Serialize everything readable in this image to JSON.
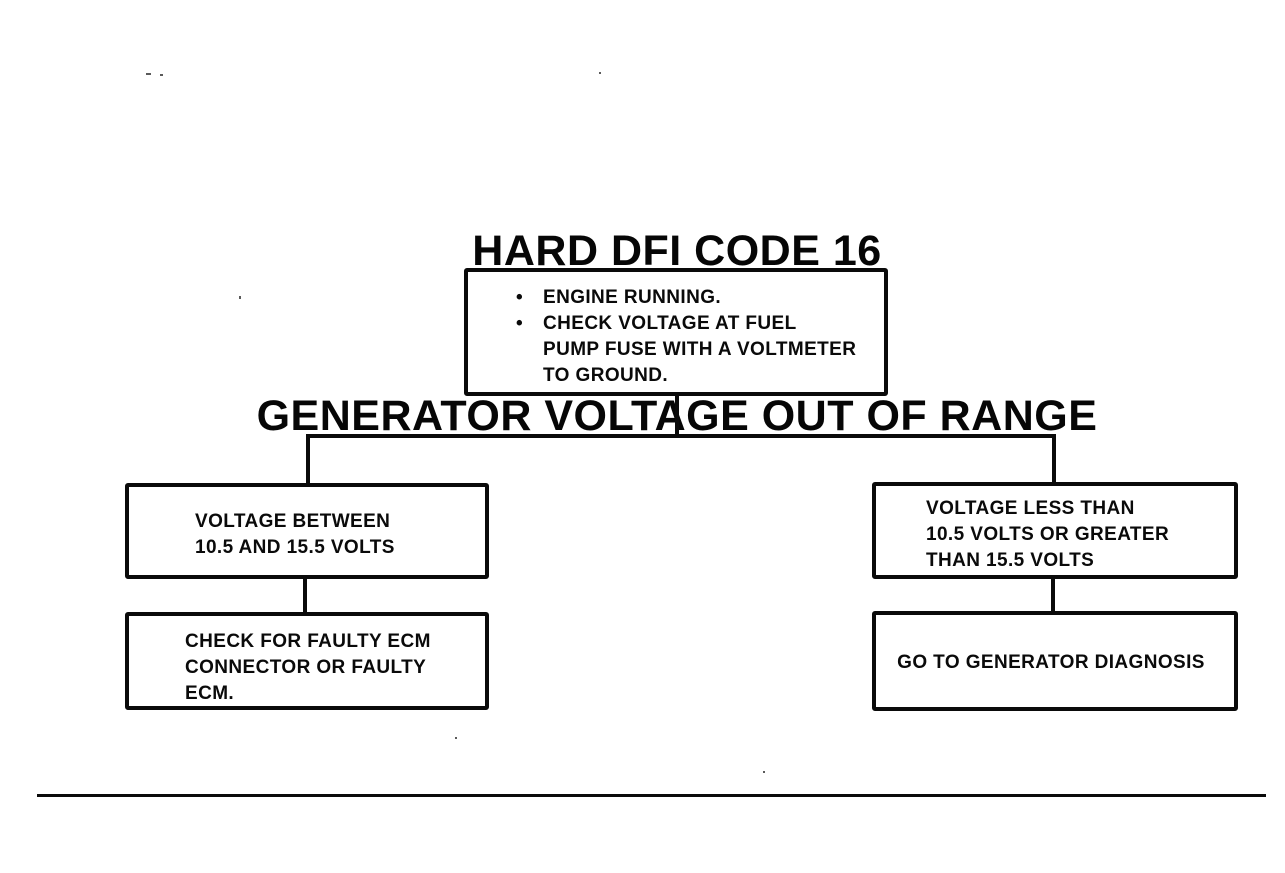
{
  "page": {
    "kind": "scanned service manual flowchart",
    "title_line1": "HARD DFI CODE 16",
    "title_line2": "GENERATOR VOLTAGE OUT OF RANGE",
    "colors": {
      "ink": "#0a0a0a",
      "paper": "#ffffff"
    }
  },
  "flowchart": {
    "start_box": {
      "bullet_glyph": "•",
      "bullets": [
        "ENGINE RUNNING.",
        "CHECK VOLTAGE AT FUEL\nPUMP FUSE WITH A VOLTMETER\nTO GROUND."
      ]
    },
    "left_branch": {
      "condition": "VOLTAGE BETWEEN\n10.5 AND 15.5 VOLTS",
      "action": "CHECK FOR FAULTY ECM\nCONNECTOR OR FAULTY\nECM."
    },
    "right_branch": {
      "condition": "VOLTAGE LESS THAN\n10.5 VOLTS OR GREATER\nTHAN 15.5 VOLTS",
      "action": "GO TO GENERATOR DIAGNOSIS"
    }
  }
}
